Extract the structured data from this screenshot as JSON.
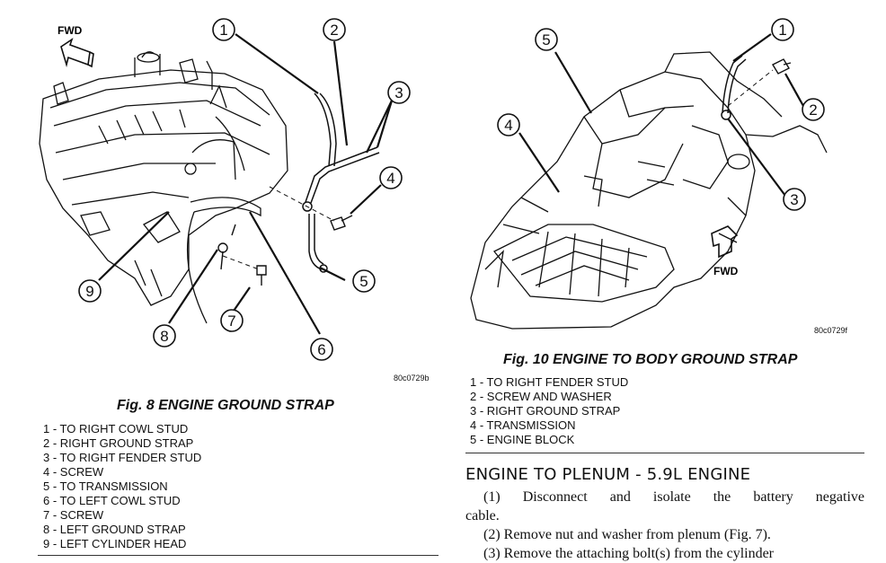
{
  "figure_8": {
    "fwd_label": "FWD",
    "callouts": [
      "1",
      "2",
      "3",
      "4",
      "5",
      "6",
      "7",
      "8",
      "9"
    ],
    "image_code": "80c0729b",
    "caption": "Fig. 8 ENGINE GROUND STRAP",
    "legend": [
      "1 - TO RIGHT COWL STUD",
      "2 - RIGHT GROUND STRAP",
      "3 - TO RIGHT FENDER STUD",
      "4 - SCREW",
      "5 - TO TRANSMISSION",
      "6 - TO LEFT COWL STUD",
      "7 - SCREW",
      "8 - LEFT GROUND STRAP",
      "9 - LEFT CYLINDER HEAD"
    ]
  },
  "figure_10": {
    "fwd_label": "FWD",
    "callouts": [
      "1",
      "2",
      "3",
      "4",
      "5"
    ],
    "image_code": "80c0729f",
    "caption": "Fig. 10 ENGINE TO BODY GROUND STRAP",
    "legend": [
      "1 - TO RIGHT FENDER STUD",
      "2 - SCREW AND WASHER",
      "3 - RIGHT GROUND STRAP",
      "4 - TRANSMISSION",
      "5 - ENGINE BLOCK"
    ]
  },
  "section": {
    "title": "ENGINE TO PLENUM - 5.9L ENGINE",
    "steps": [
      {
        "line1": "(1) Disconnect and isolate the battery negative",
        "line2": "cable."
      },
      {
        "text": "(2) Remove nut and washer from plenum (Fig. 7)."
      },
      {
        "text": "(3) Remove the attaching bolt(s) from the cylinder"
      }
    ]
  }
}
